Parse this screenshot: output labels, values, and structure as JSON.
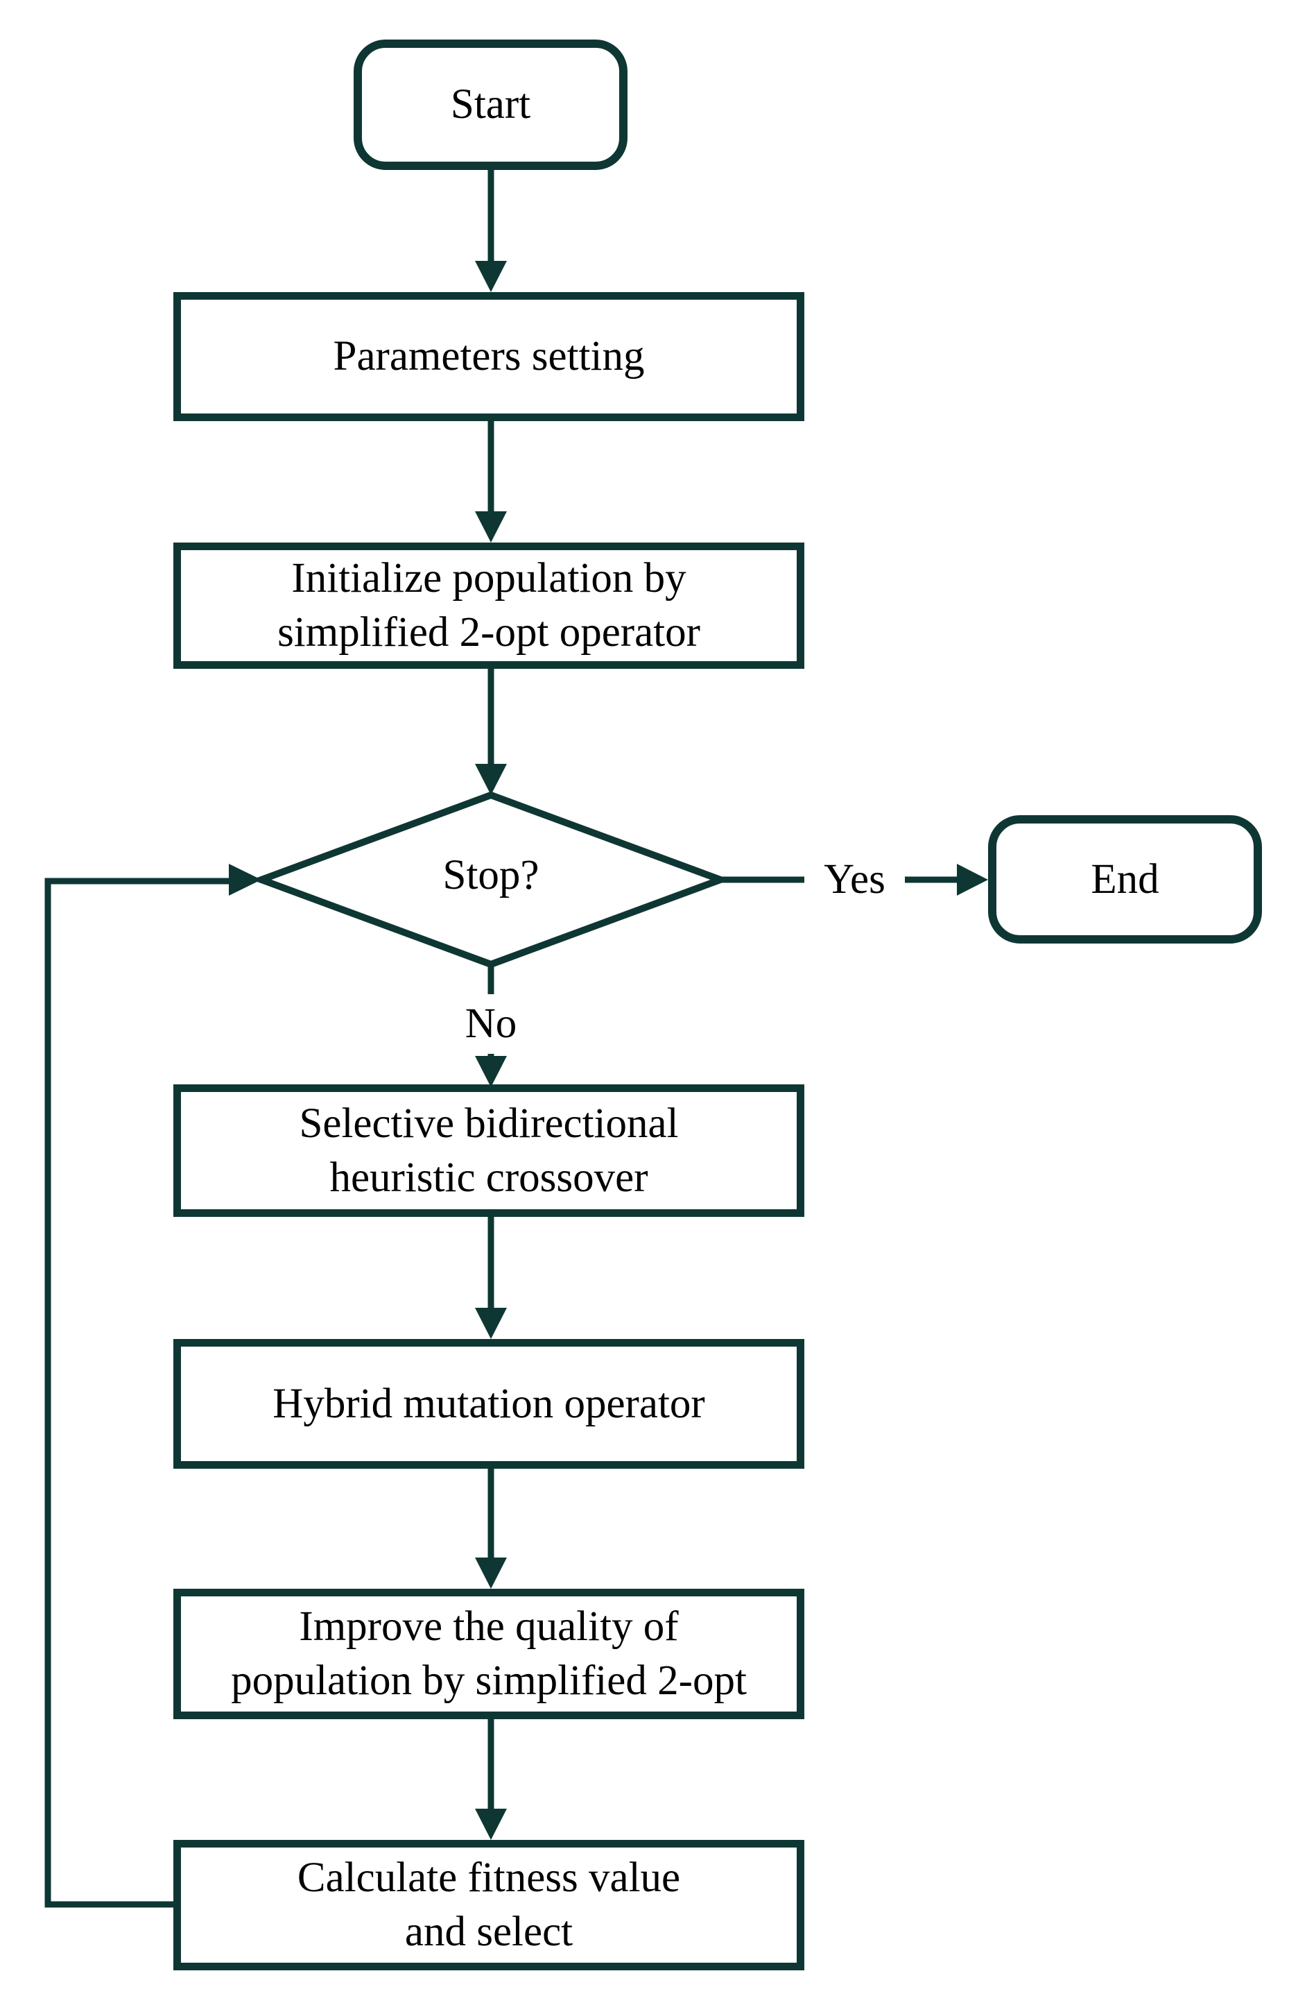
{
  "diagram": {
    "nodes": {
      "start": {
        "lines": [
          "Start"
        ]
      },
      "parameters": {
        "lines": [
          "Parameters setting"
        ]
      },
      "initialize": {
        "lines": [
          "Initialize population by",
          "simplified 2-opt operator"
        ]
      },
      "stop": {
        "lines": [
          "Stop?"
        ]
      },
      "end": {
        "lines": [
          "End"
        ]
      },
      "crossover": {
        "lines": [
          "Selective bidirectional",
          "heuristic crossover"
        ]
      },
      "mutation": {
        "lines": [
          "Hybrid mutation operator"
        ]
      },
      "improve": {
        "lines": [
          "Improve the quality of",
          "population by simplified 2-opt"
        ]
      },
      "fitness": {
        "lines": [
          "Calculate fitness value",
          "and select"
        ]
      }
    },
    "edge_labels": {
      "yes": "Yes",
      "no": "No"
    },
    "colors": {
      "stroke": "#0e3733",
      "text": "#000000",
      "background": "#ffffff"
    }
  }
}
